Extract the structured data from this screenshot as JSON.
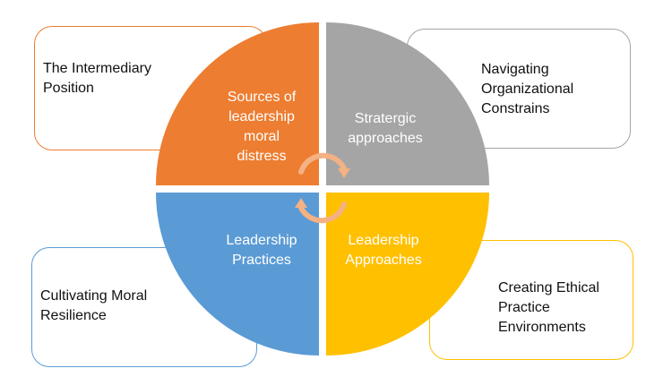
{
  "diagram": {
    "quadrants": [
      {
        "id": "tl",
        "label_lines": [
          "Sources of",
          "leadership",
          "moral",
          "distress"
        ],
        "color": "#ED7D31"
      },
      {
        "id": "tr",
        "label_lines": [
          "Stratergic",
          "approaches"
        ],
        "color": "#A5A5A5"
      },
      {
        "id": "bl",
        "label_lines": [
          "Leadership",
          "Practices"
        ],
        "color": "#5B9BD5"
      },
      {
        "id": "br",
        "label_lines": [
          "Leadership",
          "Approaches"
        ],
        "color": "#FFC000"
      }
    ],
    "corner_boxes": [
      {
        "id": "tl",
        "label_lines": [
          "The Intermediary",
          "Position"
        ],
        "border": "#ED7D31"
      },
      {
        "id": "tr",
        "label_lines": [
          "Navigating",
          "Organizational",
          "Constrains"
        ],
        "border": "#A5A5A5"
      },
      {
        "id": "bl",
        "label_lines": [
          "Cultivating Moral",
          "Resilience"
        ],
        "border": "#5B9BD5"
      },
      {
        "id": "br",
        "label_lines": [
          "Creating Ethical",
          "Practice",
          "Environments"
        ],
        "border": "#FFC000"
      }
    ],
    "cycle_arrow_color": "#F4B183"
  }
}
